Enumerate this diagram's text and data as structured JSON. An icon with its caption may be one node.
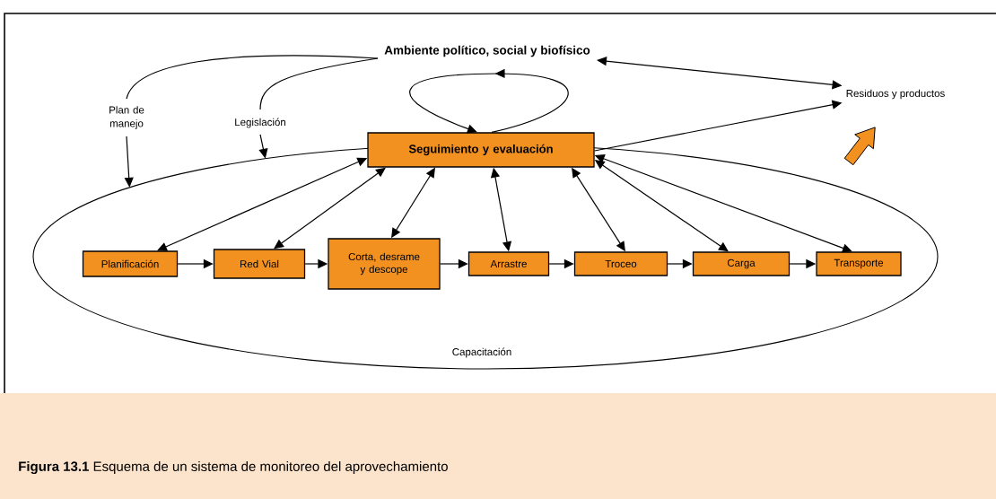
{
  "diagram": {
    "caption": "**Figura 13.1** Esquema de un sistema de monitoreo del aprovechamiento",
    "nodes": [
      {
        "text": [
          "Ambiente político, social y biofísico"
        ]
      },
      {
        "text": [
          "Seguimiento y evaluación"
        ]
      },
      {
        "text": [
          "Residuos y productos"
        ]
      },
      {
        "text": [
          "Capacitación"
        ]
      },
      {
        "text": [
          "Planificación"
        ],
        "in": 3
      },
      {
        "text": [
          "Red Vial"
        ],
        "in": 3
      },
      {
        "text": [
          "Corta, desrame y descope"
        ],
        "in": 3
      },
      {
        "text": [
          "Arrastre"
        ],
        "in": 3
      },
      {
        "text": [
          "Troceo"
        ],
        "in": 3
      },
      {
        "text": [
          "Carga"
        ],
        "in": 3
      },
      {
        "text": [
          "Transporte"
        ],
        "in": 3
      }
    ],
    "edges": [
      {
        "from": 0,
        "to": 3,
        "arrow": "to",
        "label": "Plan de manejo"
      },
      {
        "from": 0,
        "to": 3,
        "arrow": "to",
        "label": "Legislación"
      },
      {
        "from": 0,
        "to": 2,
        "arrow": "both"
      },
      {
        "from": 1,
        "to": 1,
        "arrow": "to"
      },
      {
        "from": 1,
        "to": 2,
        "arrow": "to"
      },
      {
        "from": 1,
        "to": 4,
        "arrow": "both"
      },
      {
        "from": 1,
        "to": 5,
        "arrow": "both"
      },
      {
        "from": 1,
        "to": 6,
        "arrow": "both"
      },
      {
        "from": 1,
        "to": 7,
        "arrow": "both"
      },
      {
        "from": 1,
        "to": 8,
        "arrow": "both"
      },
      {
        "from": 1,
        "to": 9,
        "arrow": "both"
      },
      {
        "from": 1,
        "to": 10,
        "arrow": "both"
      },
      {
        "from": 4,
        "to": 5,
        "arrow": "to"
      },
      {
        "from": 5,
        "to": 6,
        "arrow": "to"
      },
      {
        "from": 6,
        "to": 7,
        "arrow": "to"
      },
      {
        "from": 7,
        "to": 8,
        "arrow": "to"
      },
      {
        "from": 8,
        "to": 9,
        "arrow": "to"
      },
      {
        "from": 9,
        "to": 10,
        "arrow": "to"
      }
    ]
  }
}
